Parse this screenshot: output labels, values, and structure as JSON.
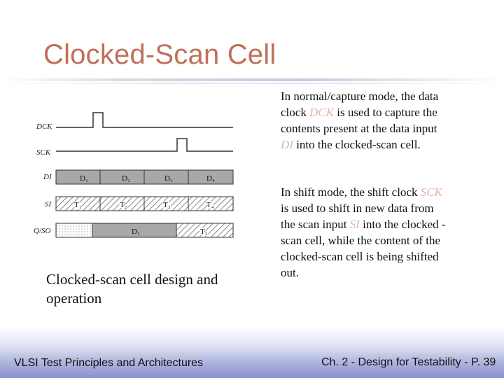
{
  "slide": {
    "title": "Clocked-Scan Cell"
  },
  "diagram": {
    "signals": {
      "dck": "DCK",
      "sck": "SCK",
      "di": "DI",
      "si": "SI",
      "qso": "Q/SO"
    },
    "di_cells": [
      "D₁",
      "D₂",
      "D₃",
      "D₄"
    ],
    "si_cells": [
      "T₁",
      "T₂",
      "T₃",
      "T₄"
    ],
    "qso_cells": [
      "D₁",
      "T₃"
    ],
    "caption": "Clocked-scan cell design and operation"
  },
  "text": {
    "p1_a": "In normal/capture mode, the data clock ",
    "p1_kw": "DCK",
    "p1_b": " is used to capture the contents present at the data input ",
    "p1_kw2": "DI",
    "p1_c": " into the clocked-scan cell.",
    "p2_a": "In shift mode, the shift clock ",
    "p2_kw": "SCK",
    "p2_b": " is used to shift in new data from the scan input ",
    "p2_kw2": "SI",
    "p2_c": " into the clocked -scan cell, while the content of the clocked-scan cell is being shifted out."
  },
  "footer": {
    "left": "VLSI Test Principles and Architectures",
    "right": "Ch. 2 - Design for Testability - P. 39"
  },
  "colors": {
    "title": "#c0705a",
    "keyword": "#e0b6a2",
    "footer": "#8a93ce"
  }
}
